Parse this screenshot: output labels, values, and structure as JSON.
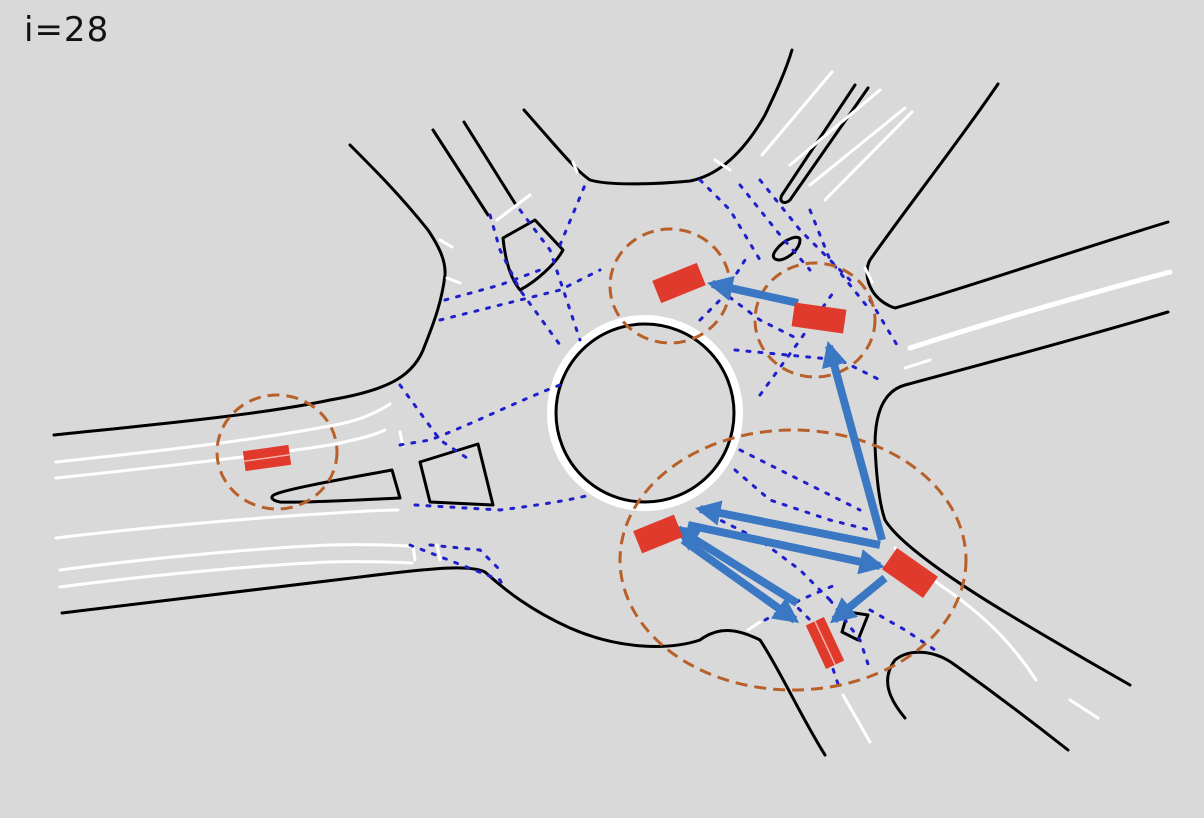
{
  "frame": {
    "label": "i=28"
  },
  "colors": {
    "background": "#d9d9d9",
    "road_edge": "#000000",
    "lane_marking": "#ffffff",
    "planned_path": "#1f1fcc",
    "vehicle": "#e03a2c",
    "group_ring": "#b8602a",
    "interaction_arrow": "#3b78c4"
  },
  "scene": {
    "type": "roundabout",
    "vehicles": [
      "v1",
      "v2",
      "v3",
      "v4",
      "v5",
      "v6"
    ],
    "groups": [
      {
        "id": "g1",
        "members": [
          "v1"
        ]
      },
      {
        "id": "g2",
        "members": [
          "v2"
        ]
      },
      {
        "id": "g3",
        "members": [
          "v3"
        ]
      },
      {
        "id": "g4",
        "members": [
          "v4",
          "v5",
          "v6"
        ]
      }
    ],
    "interactions": [
      {
        "from": "v3",
        "to": "v2"
      },
      {
        "from": "v5",
        "to": "v3"
      },
      {
        "from": "v5",
        "to": "v4"
      },
      {
        "from": "v4",
        "to": "v5"
      },
      {
        "from": "v4",
        "to": "v6"
      },
      {
        "from": "v6",
        "to": "v4"
      },
      {
        "from": "v5",
        "to": "v6"
      }
    ]
  }
}
